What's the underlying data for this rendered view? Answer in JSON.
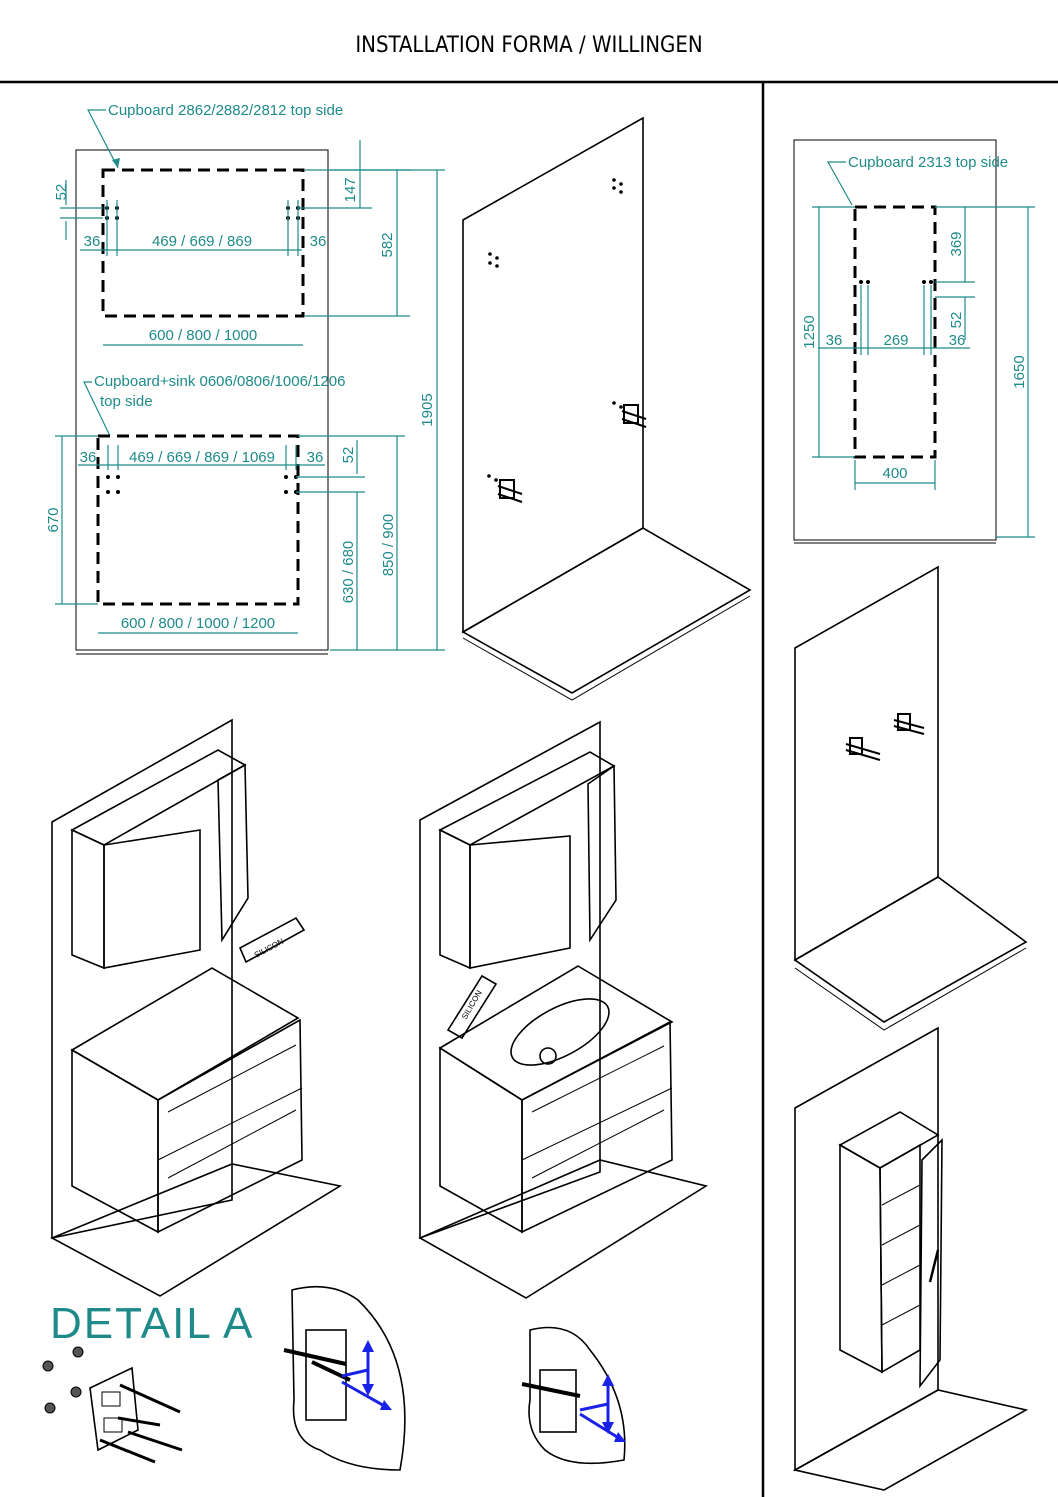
{
  "title": "INSTALLATION FORMA / WILLINGEN",
  "panel_top_left": {
    "cupboard_label": "Cupboard 2862/2882/2812 top side",
    "dims": {
      "v52": "52",
      "v147": "147",
      "v582": "582",
      "v1905": "1905",
      "h36_left": "36",
      "h36_right": "36",
      "h_holes": "469 /  669  / 869",
      "h_width": "600 /  800  / 1000"
    },
    "sink_label_line1": "Cupboard+sink 0606/0806/1006/1206",
    "sink_label_line2": "top side",
    "sink_dims": {
      "h36_left": "36",
      "h_holes": "469 /  669  / 869 / 1069",
      "h36_right": "36",
      "v52": "52",
      "v670": "670",
      "v630_680": "630 / 680",
      "v850_900": "850 / 900",
      "h_width": "600 /  800  / 1000 / 1200"
    }
  },
  "panel_right": {
    "cupboard_label": "Cupboard 2313 top side",
    "dims": {
      "v369": "369",
      "v52": "52",
      "v1250": "1250",
      "v1650": "1650",
      "h36_left": "36",
      "h269": "269",
      "h36_right": "36",
      "h400": "400"
    }
  },
  "silicon_label": "SILICON",
  "detail_title": "DETAIL A",
  "colors": {
    "dimension": "#1f8a8a",
    "arrow": "#1a22e8",
    "line": "#000000"
  }
}
